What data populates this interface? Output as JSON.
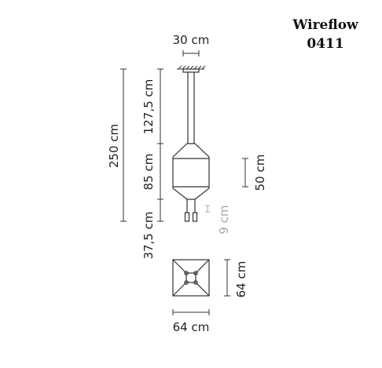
{
  "title": {
    "line1": "Wireflow",
    "line2": "0411"
  },
  "dimensions": {
    "canopy_width": "30 cm",
    "total_height": "250 cm",
    "cable_length": "127,5 cm",
    "body_height": "85 cm",
    "bottom_length": "37,5 cm",
    "light_height": "50 cm",
    "tip_height": "9 cm",
    "plan_depth": "64 cm",
    "plan_width": "64 cm"
  },
  "colors": {
    "line": "#333333",
    "muted": "#a8a8a8",
    "text": "#222222"
  }
}
